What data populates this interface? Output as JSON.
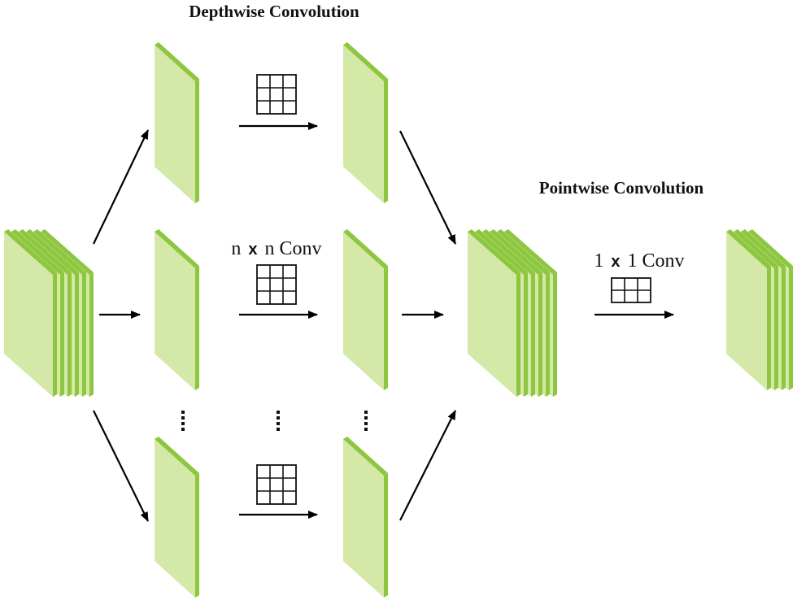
{
  "titles": {
    "depthwise": "Depthwise Convolution",
    "pointwise": "Pointwise Convolution"
  },
  "labels": {
    "nxn_conv": {
      "left": "n",
      "x": "x",
      "right": "n Conv"
    },
    "one_by_one_conv": {
      "left": "1",
      "x": "x",
      "right": "1 Conv"
    }
  },
  "colors": {
    "feature_face": "#d4e8a8",
    "feature_edge": "#8dc63f",
    "arrow": "#000000",
    "background": "#ffffff"
  },
  "icons": {
    "kernel_3x3": "grid-3x3-icon",
    "kernel_2x3": "grid-2x3-icon",
    "ellipsis": "vertical-dots-icon"
  }
}
